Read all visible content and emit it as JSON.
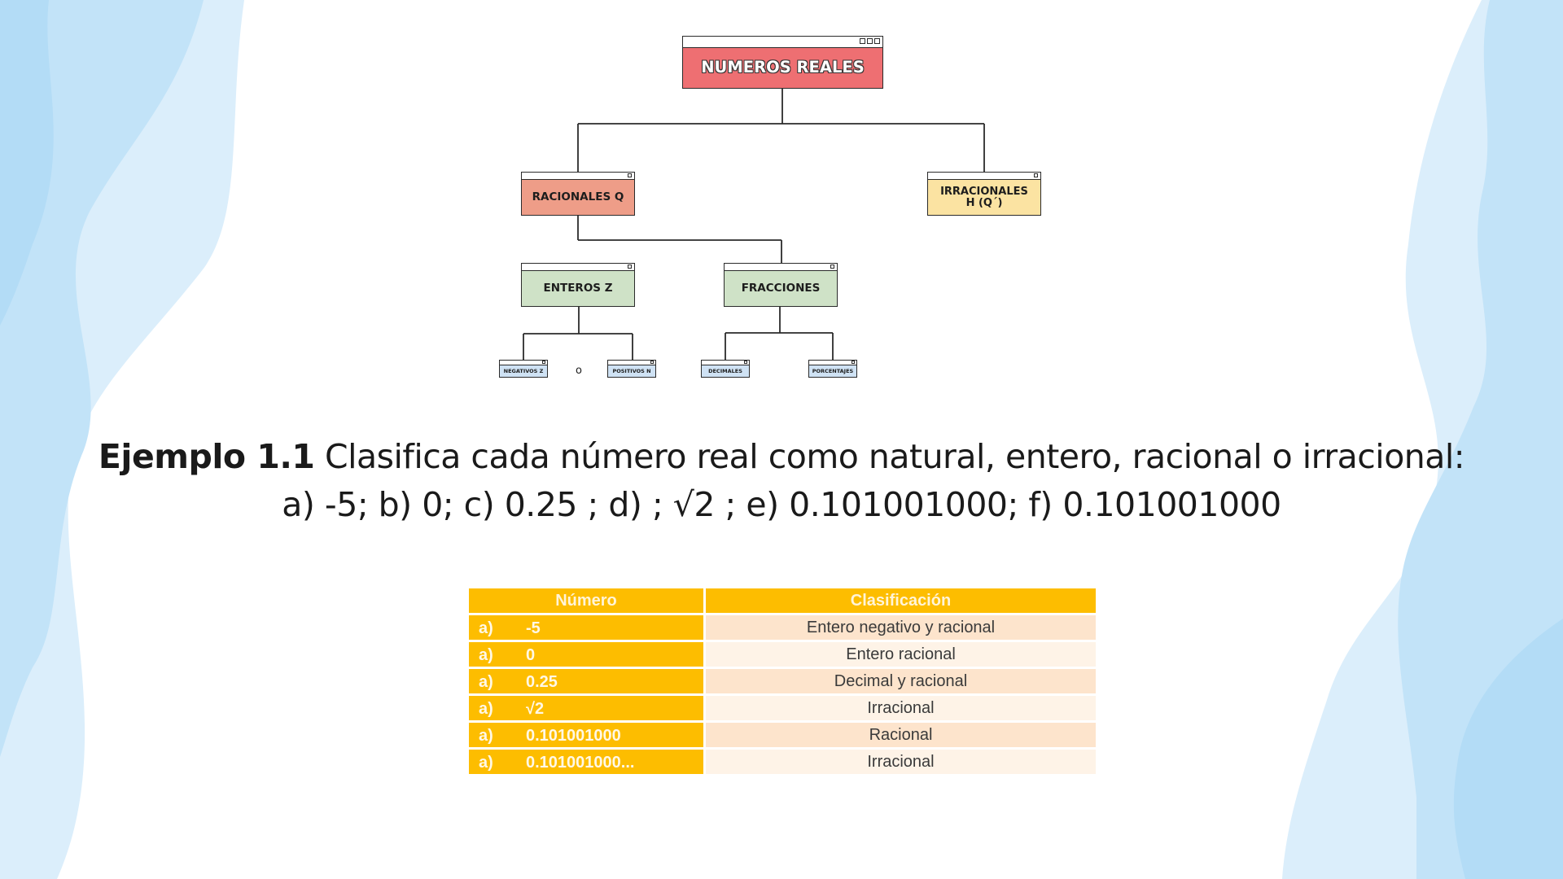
{
  "diagram": {
    "root": "NUMEROS REALES",
    "rationals": "RACIONALES Q",
    "irrationals_line1": "IRRACIONALES",
    "irrationals_line2": "H (Q´)",
    "integers": "ENTEROS Z",
    "fractions": "FRACCIONES",
    "negatives": "NEGATIVOS Z",
    "separator": "o",
    "positives": "POSITIVOS N",
    "decimals": "DECIMALES",
    "percentages": "PORCENTAJES"
  },
  "example": {
    "label": "Ejemplo 1.1",
    "instruction": " Clasifica cada número real como natural, entero, racional o irracional:",
    "items": "a)    -5; b) 0; c) 0.25 ; d) ; √2  ; e) 0.101001000; f) 0.101001000"
  },
  "table": {
    "headers": [
      "Número",
      "Clasificación"
    ],
    "rows": [
      {
        "letter": "a)",
        "value": "-5",
        "classification": "Entero negativo y racional"
      },
      {
        "letter": "a)",
        "value": "0",
        "classification": "Entero racional"
      },
      {
        "letter": "a)",
        "value": "0.25",
        "classification": "Decimal y racional"
      },
      {
        "letter": "a)",
        "value": "√2",
        "classification": "Irracional"
      },
      {
        "letter": "a)",
        "value": "0.101001000",
        "classification": "Racional"
      },
      {
        "letter": "a)",
        "value": "0.101001000...",
        "classification": "Irracional"
      }
    ]
  },
  "colors": {
    "root": "#ee6f72",
    "rationals": "#ee9d88",
    "irrationals": "#fbe3a2",
    "level3": "#cfe2c7",
    "leaves": "#cfe2f4",
    "table_accent": "#fdbd00",
    "background_blob": "#c2e3f8"
  }
}
